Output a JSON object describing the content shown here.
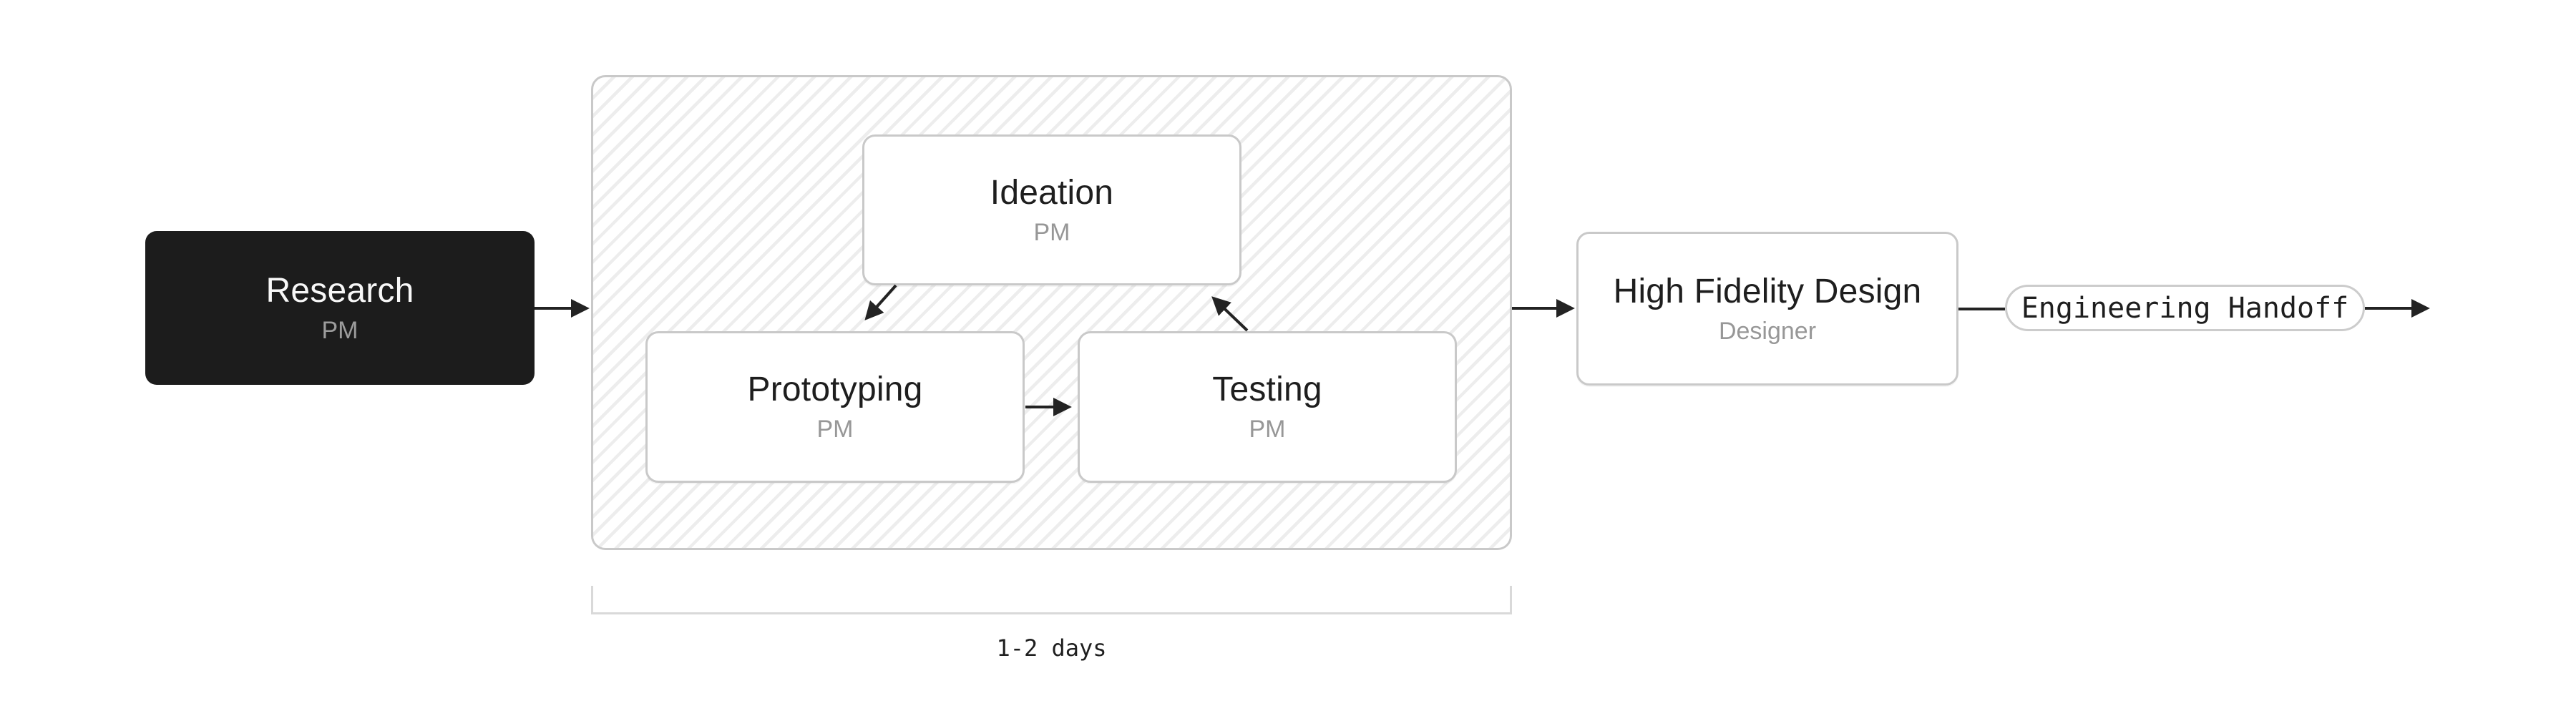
{
  "diagram": {
    "nodes": {
      "research": {
        "title": "Research",
        "subtitle": "PM"
      },
      "ideation": {
        "title": "Ideation",
        "subtitle": "PM"
      },
      "prototyping": {
        "title": "Prototyping",
        "subtitle": "PM"
      },
      "testing": {
        "title": "Testing",
        "subtitle": "PM"
      },
      "hifi": {
        "title": "High Fidelity Design",
        "subtitle": "Designer"
      }
    },
    "pill": {
      "label": "Engineering Handoff"
    },
    "bracket": {
      "label": "1-2 days"
    },
    "colors": {
      "dark_node_bg": "#1c1c1c",
      "dark_node_text": "#f7f7f7",
      "node_border": "#c9c9c9",
      "subtitle_gray": "#979797",
      "hatch_stripe": "#ededed",
      "bracket_gray": "#d9d9d9",
      "arrow": "#232323",
      "background": "#ffffff"
    }
  }
}
